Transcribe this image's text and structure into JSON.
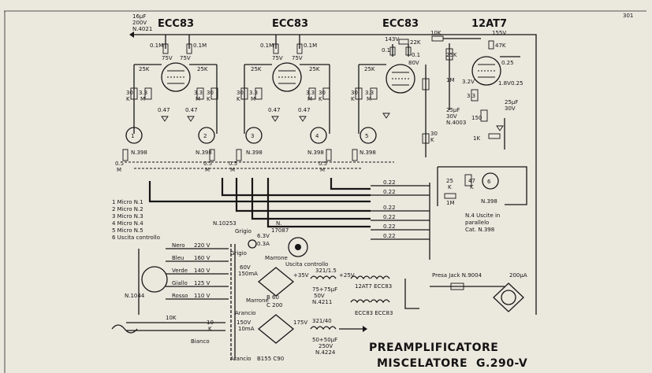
{
  "page_number": "301",
  "tubes": {
    "tube1": "ECC83",
    "tube2": "ECC83",
    "tube3": "ECC83",
    "tube4": "12AT7"
  },
  "top_cap": [
    "16μF",
    "200V",
    "N.4021"
  ],
  "input_labels": {
    "jack": "N.398",
    "pot": "0.5",
    "pot_unit": "M"
  },
  "values": {
    "r_01m": "0.1M",
    "r_25k": "25K",
    "r_30k": "30",
    "k": "K",
    "r_33m": "3.3",
    "m": "M",
    "r_047": "0.47",
    "v75": "75V",
    "r_22k": "22K",
    "v143": "143V",
    "v80": "80V",
    "r_10k": "10K",
    "r_01": "0.1",
    "r_1m": "1M",
    "v155": "155V",
    "r_47k": "47K",
    "c_025": "0.25",
    "c_25uf_a": [
      "25μF",
      "30V",
      "N.4003"
    ],
    "c_25uf_b": [
      "25μF",
      "30V"
    ],
    "r_150": "150",
    "r_1k": "1K",
    "v32": "3.2V",
    "v18": "1.8V",
    "r_025": "0.25",
    "r_022": "0.22",
    "r_30k_out": "30 K",
    "r_25k_out": "25",
    "r_47_out": "47",
    "out_parallel": [
      "N.4 Uscite in",
      "parallelo",
      "Cat. N.398"
    ]
  },
  "legend": [
    "1  Micro N.1",
    "2  Micro N.2",
    "3  Micro N.3",
    "4  Micro N.4",
    "5  Micro N.5",
    "6  Uscita controllo"
  ],
  "transformer": {
    "number": "N.10253",
    "taps": [
      {
        "color": "Nero",
        "volt": "220 V"
      },
      {
        "color": "Bleu",
        "volt": "160 V"
      },
      {
        "color": "Verde",
        "volt": "140 V"
      },
      {
        "color": "Giallo",
        "volt": "125 V"
      },
      {
        "color": "Rosso",
        "volt": "110 V"
      }
    ],
    "selector": "N.1044",
    "grigio_a": "Grigio",
    "grigio_b": "Grigio",
    "marrone_a": "Marrone",
    "marrone_b": "Marrone",
    "arancio_a": "Arancio",
    "arancio_b": "Arancio",
    "bianco": "Bianco",
    "heater": [
      "6.3V",
      "0.3A"
    ],
    "hv1": [
      "60V",
      "150mA"
    ],
    "hv2": [
      "150V",
      "10mA"
    ],
    "c10k_a": "10K",
    "c10k_b": "10",
    "c10k_b2": "K"
  },
  "socket": [
    "N.",
    "17087"
  ],
  "uscita_controllo": "Uscita controllo",
  "supply": {
    "rect1": [
      "B 60",
      "C 200"
    ],
    "v35": "+35V",
    "v25": "+25V",
    "v175": "175V",
    "choke1": "321/1.5",
    "choke2": "321/40",
    "cap1": [
      "75+75μF",
      "50V",
      "N.4211"
    ],
    "cap2": [
      "50+50μF",
      "250V",
      "N.4224"
    ],
    "rect2": "B155 C90",
    "heater_lbl": "12AT7 ECC83",
    "heater_lbl2": "ECC83 ECC83"
  },
  "jack_label": "Presa Jack N.9004",
  "meter_label": "200μA",
  "title_line1": "PREAMPLIFICATORE",
  "title_line2": "MISCELATORE",
  "model": "G.290-V"
}
